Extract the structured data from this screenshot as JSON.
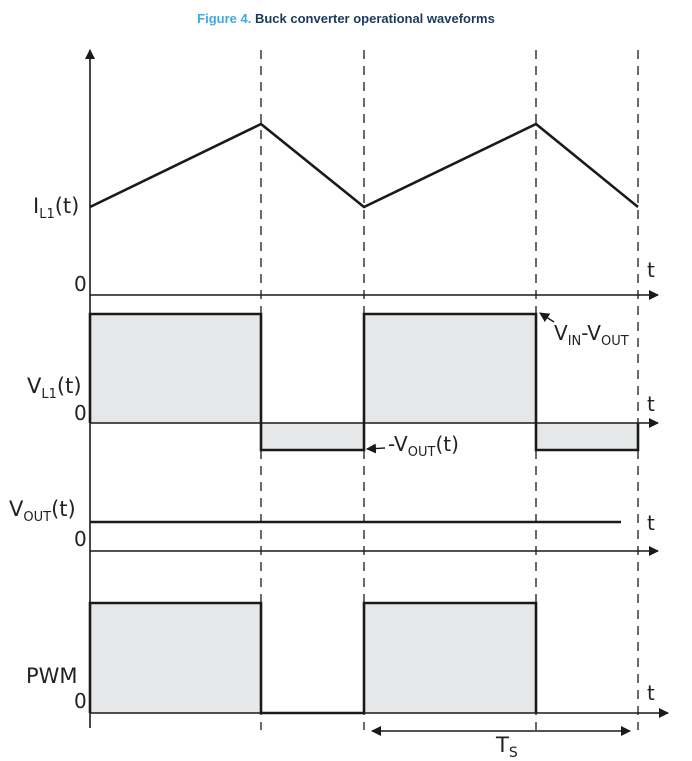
{
  "caption": {
    "number": "Figure 4.",
    "title": "Buck converter operational waveforms"
  },
  "time_axis_label": "t",
  "zero_label": "0",
  "traces": {
    "il1": {
      "name_main": "I",
      "name_sub": "L1",
      "name_suffix": "(t)"
    },
    "vl1": {
      "name_main": "V",
      "name_sub": "L1",
      "name_suffix": "(t)"
    },
    "vout": {
      "name_main": "V",
      "name_sub": "OUT",
      "name_suffix": "(t)"
    },
    "pwm": {
      "name_main": "PWM"
    }
  },
  "annotations": {
    "vin_minus_vout": {
      "a": "V",
      "a_sub": "IN",
      "mid": "-V",
      "b_sub": "OUT"
    },
    "neg_vout": {
      "a": "-V",
      "a_sub": "OUT",
      "suffix": "(t)"
    },
    "period": {
      "main": "T",
      "sub": "S"
    }
  },
  "colors": {
    "waveform": "#1a1a1a",
    "fill": "#e6e7e8",
    "axis": "#1a1a1a",
    "dashed": "#1a1a1a",
    "caption_number": "#3fa9e0",
    "caption_title": "#1b3a5c"
  }
}
